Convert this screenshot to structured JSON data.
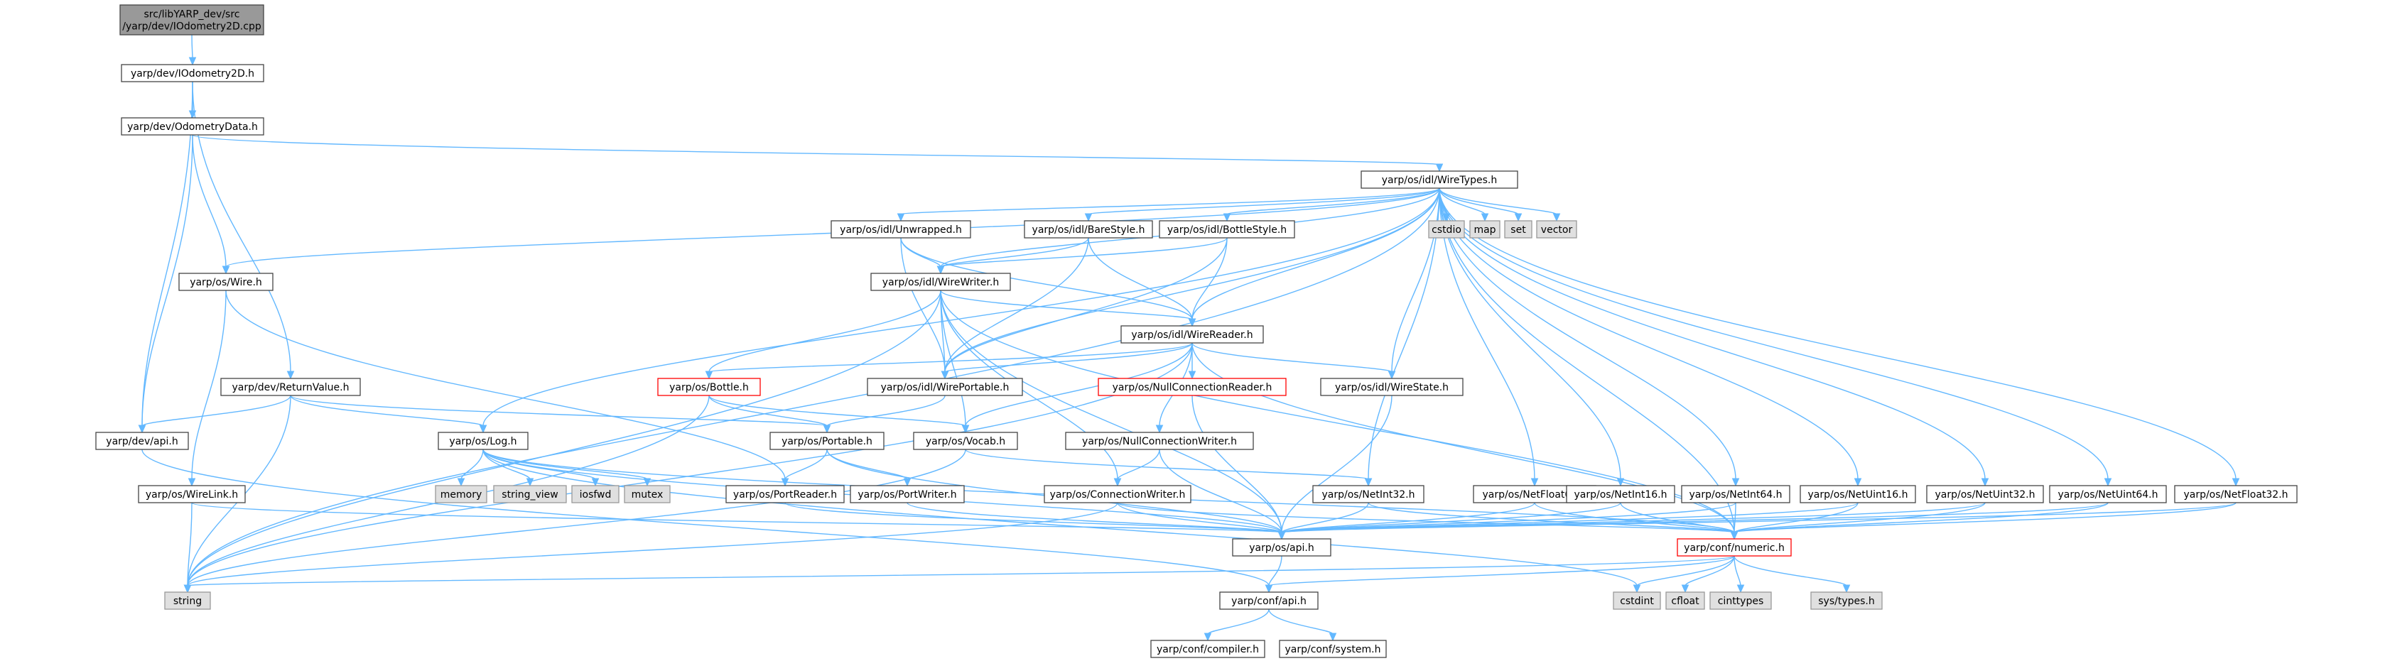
{
  "colors": {
    "edge": "#63b8ff",
    "node_border": "#444444",
    "node_fill": "#ffffff",
    "root_fill": "#999999",
    "external_fill": "#e0e0e0",
    "external_border": "#999999",
    "incomplete_border": "#ff0000"
  },
  "nodes": [
    {
      "id": "root",
      "lines": [
        "src/libYARP_dev/src",
        "/yarp/dev/IOdometry2D.cpp"
      ],
      "kind": "root"
    },
    {
      "id": "iodometry2d",
      "lines": [
        "yarp/dev/IOdometry2D.h"
      ],
      "kind": "normal"
    },
    {
      "id": "odometrydata",
      "lines": [
        "yarp/dev/OdometryData.h"
      ],
      "kind": "normal"
    },
    {
      "id": "wiretypes",
      "lines": [
        "yarp/os/idl/WireTypes.h"
      ],
      "kind": "normal"
    },
    {
      "id": "cstdio",
      "lines": [
        "cstdio"
      ],
      "kind": "external"
    },
    {
      "id": "map",
      "lines": [
        "map"
      ],
      "kind": "external"
    },
    {
      "id": "set",
      "lines": [
        "set"
      ],
      "kind": "external"
    },
    {
      "id": "vector",
      "lines": [
        "vector"
      ],
      "kind": "external"
    },
    {
      "id": "unwrapped",
      "lines": [
        "yarp/os/idl/Unwrapped.h"
      ],
      "kind": "normal"
    },
    {
      "id": "barestyle",
      "lines": [
        "yarp/os/idl/BareStyle.h"
      ],
      "kind": "normal"
    },
    {
      "id": "bottlestyle",
      "lines": [
        "yarp/os/idl/BottleStyle.h"
      ],
      "kind": "normal"
    },
    {
      "id": "wire",
      "lines": [
        "yarp/os/Wire.h"
      ],
      "kind": "normal"
    },
    {
      "id": "wirewriter",
      "lines": [
        "yarp/os/idl/WireWriter.h"
      ],
      "kind": "normal"
    },
    {
      "id": "wirereader",
      "lines": [
        "yarp/os/idl/WireReader.h"
      ],
      "kind": "normal"
    },
    {
      "id": "returnvalue",
      "lines": [
        "yarp/dev/ReturnValue.h"
      ],
      "kind": "normal"
    },
    {
      "id": "bottle",
      "lines": [
        "yarp/os/Bottle.h"
      ],
      "kind": "incomplete"
    },
    {
      "id": "wireportable",
      "lines": [
        "yarp/os/idl/WirePortable.h"
      ],
      "kind": "normal"
    },
    {
      "id": "nullconnreader",
      "lines": [
        "yarp/os/NullConnectionReader.h"
      ],
      "kind": "incomplete"
    },
    {
      "id": "wirestate",
      "lines": [
        "yarp/os/idl/WireState.h"
      ],
      "kind": "normal"
    },
    {
      "id": "devapi",
      "lines": [
        "yarp/dev/api.h"
      ],
      "kind": "normal"
    },
    {
      "id": "log",
      "lines": [
        "yarp/os/Log.h"
      ],
      "kind": "normal"
    },
    {
      "id": "portable",
      "lines": [
        "yarp/os/Portable.h"
      ],
      "kind": "normal"
    },
    {
      "id": "vocab",
      "lines": [
        "yarp/os/Vocab.h"
      ],
      "kind": "normal"
    },
    {
      "id": "nullconnwriter",
      "lines": [
        "yarp/os/NullConnectionWriter.h"
      ],
      "kind": "normal"
    },
    {
      "id": "memory",
      "lines": [
        "memory"
      ],
      "kind": "external"
    },
    {
      "id": "string_view",
      "lines": [
        "string_view"
      ],
      "kind": "external"
    },
    {
      "id": "iosfwd",
      "lines": [
        "iosfwd"
      ],
      "kind": "external"
    },
    {
      "id": "mutex",
      "lines": [
        "mutex"
      ],
      "kind": "external"
    },
    {
      "id": "wirelink",
      "lines": [
        "yarp/os/WireLink.h"
      ],
      "kind": "normal"
    },
    {
      "id": "portreader",
      "lines": [
        "yarp/os/PortReader.h"
      ],
      "kind": "normal"
    },
    {
      "id": "portwriter",
      "lines": [
        "yarp/os/PortWriter.h"
      ],
      "kind": "normal"
    },
    {
      "id": "connwriter",
      "lines": [
        "yarp/os/ConnectionWriter.h"
      ],
      "kind": "normal"
    },
    {
      "id": "netint32",
      "lines": [
        "yarp/os/NetInt32.h"
      ],
      "kind": "normal"
    },
    {
      "id": "netfloat64",
      "lines": [
        "yarp/os/NetFloat64.h"
      ],
      "kind": "normal"
    },
    {
      "id": "netint16",
      "lines": [
        "yarp/os/NetInt16.h"
      ],
      "kind": "normal"
    },
    {
      "id": "netint64",
      "lines": [
        "yarp/os/NetInt64.h"
      ],
      "kind": "normal"
    },
    {
      "id": "netuint16",
      "lines": [
        "yarp/os/NetUint16.h"
      ],
      "kind": "normal"
    },
    {
      "id": "netuint32",
      "lines": [
        "yarp/os/NetUint32.h"
      ],
      "kind": "normal"
    },
    {
      "id": "netuint64",
      "lines": [
        "yarp/os/NetUint64.h"
      ],
      "kind": "normal"
    },
    {
      "id": "netfloat32",
      "lines": [
        "yarp/os/NetFloat32.h"
      ],
      "kind": "normal"
    },
    {
      "id": "osapi",
      "lines": [
        "yarp/os/api.h"
      ],
      "kind": "normal"
    },
    {
      "id": "numeric",
      "lines": [
        "yarp/conf/numeric.h"
      ],
      "kind": "incomplete"
    },
    {
      "id": "string",
      "lines": [
        "string"
      ],
      "kind": "external"
    },
    {
      "id": "confapi",
      "lines": [
        "yarp/conf/api.h"
      ],
      "kind": "normal"
    },
    {
      "id": "cstdint",
      "lines": [
        "cstdint"
      ],
      "kind": "external"
    },
    {
      "id": "cfloat",
      "lines": [
        "cfloat"
      ],
      "kind": "external"
    },
    {
      "id": "cinttypes",
      "lines": [
        "cinttypes"
      ],
      "kind": "external"
    },
    {
      "id": "systypes",
      "lines": [
        "sys/types.h"
      ],
      "kind": "external"
    },
    {
      "id": "compiler",
      "lines": [
        "yarp/conf/compiler.h"
      ],
      "kind": "normal"
    },
    {
      "id": "system",
      "lines": [
        "yarp/conf/system.h"
      ],
      "kind": "normal"
    }
  ],
  "edges": [
    [
      "root",
      "iodometry2d"
    ],
    [
      "iodometry2d",
      "odometrydata"
    ],
    [
      "iodometry2d",
      "returnvalue"
    ],
    [
      "iodometry2d",
      "devapi"
    ],
    [
      "odometrydata",
      "wiretypes"
    ],
    [
      "odometrydata",
      "wire"
    ],
    [
      "odometrydata",
      "devapi"
    ],
    [
      "wiretypes",
      "string"
    ],
    [
      "wiretypes",
      "wire"
    ],
    [
      "wiretypes",
      "log"
    ],
    [
      "wiretypes",
      "unwrapped"
    ],
    [
      "wiretypes",
      "barestyle"
    ],
    [
      "wiretypes",
      "bottlestyle"
    ],
    [
      "wiretypes",
      "wirewriter"
    ],
    [
      "wiretypes",
      "wireportable"
    ],
    [
      "wiretypes",
      "wirereader"
    ],
    [
      "wiretypes",
      "wirestate"
    ],
    [
      "wiretypes",
      "cstdio"
    ],
    [
      "wiretypes",
      "map"
    ],
    [
      "wiretypes",
      "set"
    ],
    [
      "wiretypes",
      "vector"
    ],
    [
      "wiretypes",
      "netint32"
    ],
    [
      "wiretypes",
      "netfloat64"
    ],
    [
      "wiretypes",
      "netint16"
    ],
    [
      "wiretypes",
      "netint64"
    ],
    [
      "wiretypes",
      "netuint16"
    ],
    [
      "wiretypes",
      "netuint32"
    ],
    [
      "wiretypes",
      "netuint64"
    ],
    [
      "wiretypes",
      "netfloat32"
    ],
    [
      "wiretypes",
      "numeric"
    ],
    [
      "unwrapped",
      "wirewriter"
    ],
    [
      "unwrapped",
      "wirereader"
    ],
    [
      "unwrapped",
      "wireportable"
    ],
    [
      "barestyle",
      "wirewriter"
    ],
    [
      "barestyle",
      "wirereader"
    ],
    [
      "barestyle",
      "wireportable"
    ],
    [
      "bottlestyle",
      "wirewriter"
    ],
    [
      "bottlestyle",
      "wirereader"
    ],
    [
      "bottlestyle",
      "wireportable"
    ],
    [
      "wire",
      "portreader"
    ],
    [
      "wire",
      "wirelink"
    ],
    [
      "wirewriter",
      "string"
    ],
    [
      "wirewriter",
      "wirereader"
    ],
    [
      "wirewriter",
      "bottle"
    ],
    [
      "wirewriter",
      "wireportable"
    ],
    [
      "wirewriter",
      "vocab"
    ],
    [
      "wirewriter",
      "connwriter"
    ],
    [
      "wirewriter",
      "osapi"
    ],
    [
      "wirewriter",
      "numeric"
    ],
    [
      "wirereader",
      "string"
    ],
    [
      "wirereader",
      "bottle"
    ],
    [
      "wirereader",
      "wireportable"
    ],
    [
      "wirereader",
      "nullconnreader"
    ],
    [
      "wirereader",
      "nullconnwriter"
    ],
    [
      "wirereader",
      "wirestate"
    ],
    [
      "wirereader",
      "vocab"
    ],
    [
      "wirereader",
      "numeric"
    ],
    [
      "returnvalue",
      "string"
    ],
    [
      "returnvalue",
      "devapi"
    ],
    [
      "returnvalue",
      "log"
    ],
    [
      "returnvalue",
      "portable"
    ],
    [
      "bottle",
      "string"
    ],
    [
      "bottle",
      "portable"
    ],
    [
      "bottle",
      "vocab"
    ],
    [
      "wireportable",
      "portable"
    ],
    [
      "nullconnreader",
      "osapi"
    ],
    [
      "wirestate",
      "osapi"
    ],
    [
      "devapi",
      "confapi"
    ],
    [
      "log",
      "memory"
    ],
    [
      "log",
      "string_view"
    ],
    [
      "log",
      "iosfwd"
    ],
    [
      "log",
      "mutex"
    ],
    [
      "log",
      "osapi"
    ],
    [
      "log",
      "cstdint"
    ],
    [
      "log",
      "numeric"
    ],
    [
      "portable",
      "portreader"
    ],
    [
      "portable",
      "portwriter"
    ],
    [
      "portable",
      "osapi"
    ],
    [
      "vocab",
      "string"
    ],
    [
      "vocab",
      "netint32"
    ],
    [
      "nullconnwriter",
      "connwriter"
    ],
    [
      "nullconnwriter",
      "osapi"
    ],
    [
      "wirelink",
      "string"
    ],
    [
      "wirelink",
      "osapi"
    ],
    [
      "portreader",
      "osapi"
    ],
    [
      "portwriter",
      "osapi"
    ],
    [
      "connwriter",
      "string"
    ],
    [
      "connwriter",
      "osapi"
    ],
    [
      "connwriter",
      "numeric"
    ],
    [
      "netint32",
      "osapi"
    ],
    [
      "netint32",
      "numeric"
    ],
    [
      "netfloat64",
      "osapi"
    ],
    [
      "netfloat64",
      "numeric"
    ],
    [
      "netint16",
      "osapi"
    ],
    [
      "netint16",
      "numeric"
    ],
    [
      "netint64",
      "osapi"
    ],
    [
      "netint64",
      "numeric"
    ],
    [
      "netuint16",
      "osapi"
    ],
    [
      "netuint16",
      "numeric"
    ],
    [
      "netuint32",
      "osapi"
    ],
    [
      "netuint32",
      "numeric"
    ],
    [
      "netuint64",
      "osapi"
    ],
    [
      "netuint64",
      "numeric"
    ],
    [
      "netfloat32",
      "osapi"
    ],
    [
      "netfloat32",
      "numeric"
    ],
    [
      "osapi",
      "confapi"
    ],
    [
      "numeric",
      "string"
    ],
    [
      "numeric",
      "confapi"
    ],
    [
      "numeric",
      "cstdint"
    ],
    [
      "numeric",
      "cfloat"
    ],
    [
      "numeric",
      "cinttypes"
    ],
    [
      "numeric",
      "systypes"
    ],
    [
      "confapi",
      "compiler"
    ],
    [
      "confapi",
      "system"
    ]
  ]
}
